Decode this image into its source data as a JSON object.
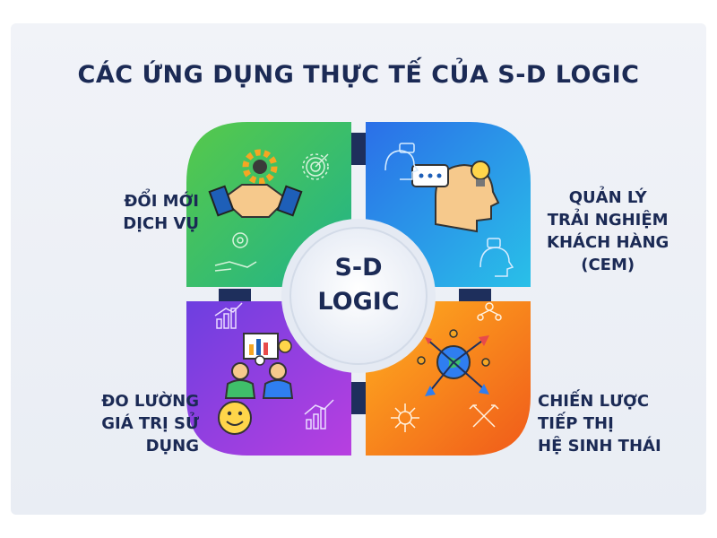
{
  "title": "CÁC ỨNG DỤNG THỰC TẾ CỦA S-D LOGIC",
  "center": {
    "line1": "S-D",
    "line2": "LOGIC"
  },
  "quadrants": {
    "top_left": {
      "lines": [
        "ĐỔI MỚI",
        "DỊCH VỤ"
      ],
      "color": "#3fc46a"
    },
    "top_right": {
      "lines": [
        "QUẢN LÝ",
        "TRẢI NGHIỆM",
        "KHÁCH HÀNG",
        "(CEM)"
      ],
      "color": "#2f7ef0"
    },
    "bottom_left": {
      "lines": [
        "ĐO LƯỜNG",
        "GIÁ TRỊ SỬ",
        "DỤNG"
      ],
      "color": "#8a3ee0"
    },
    "bottom_right": {
      "lines": [
        "CHIẾN LƯỢC",
        "TIẾP THỊ",
        "HỆ SINH THÁI"
      ],
      "color": "#f47a1a"
    }
  },
  "icons": {
    "top_left": [
      "handshake-gear-icon",
      "target-icon",
      "gear-hand-icon"
    ],
    "top_right": [
      "head-chat-lightbulb-icon",
      "head-chat-icon",
      "head-idea-icon"
    ],
    "bottom_left": [
      "people-chart-icon",
      "bar-chart-icon",
      "smiley-icon",
      "growth-chart-icon"
    ],
    "bottom_right": [
      "globe-network-arrows-icon",
      "network-people-icon",
      "hub-icon",
      "four-arrows-icon"
    ]
  }
}
